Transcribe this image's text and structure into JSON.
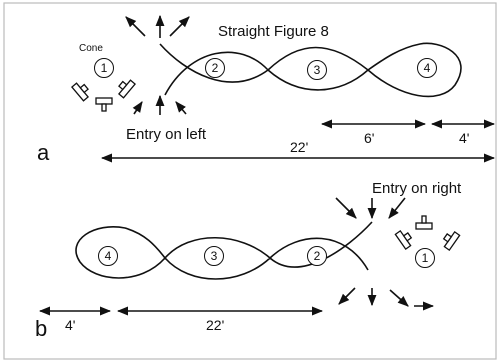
{
  "panel_a": {
    "title": "Straight Figure 8",
    "cone_label": "Cone",
    "entry_label": "Entry on left",
    "letter": "a",
    "dims": {
      "gap": "6'",
      "end": "4'",
      "total": "22'"
    },
    "cones": [
      "1",
      "2",
      "3",
      "4"
    ]
  },
  "panel_b": {
    "entry_label": "Entry on right",
    "letter": "b",
    "dims": {
      "end": "4'",
      "total": "22'"
    },
    "cones": [
      "1",
      "2",
      "3",
      "4"
    ]
  }
}
